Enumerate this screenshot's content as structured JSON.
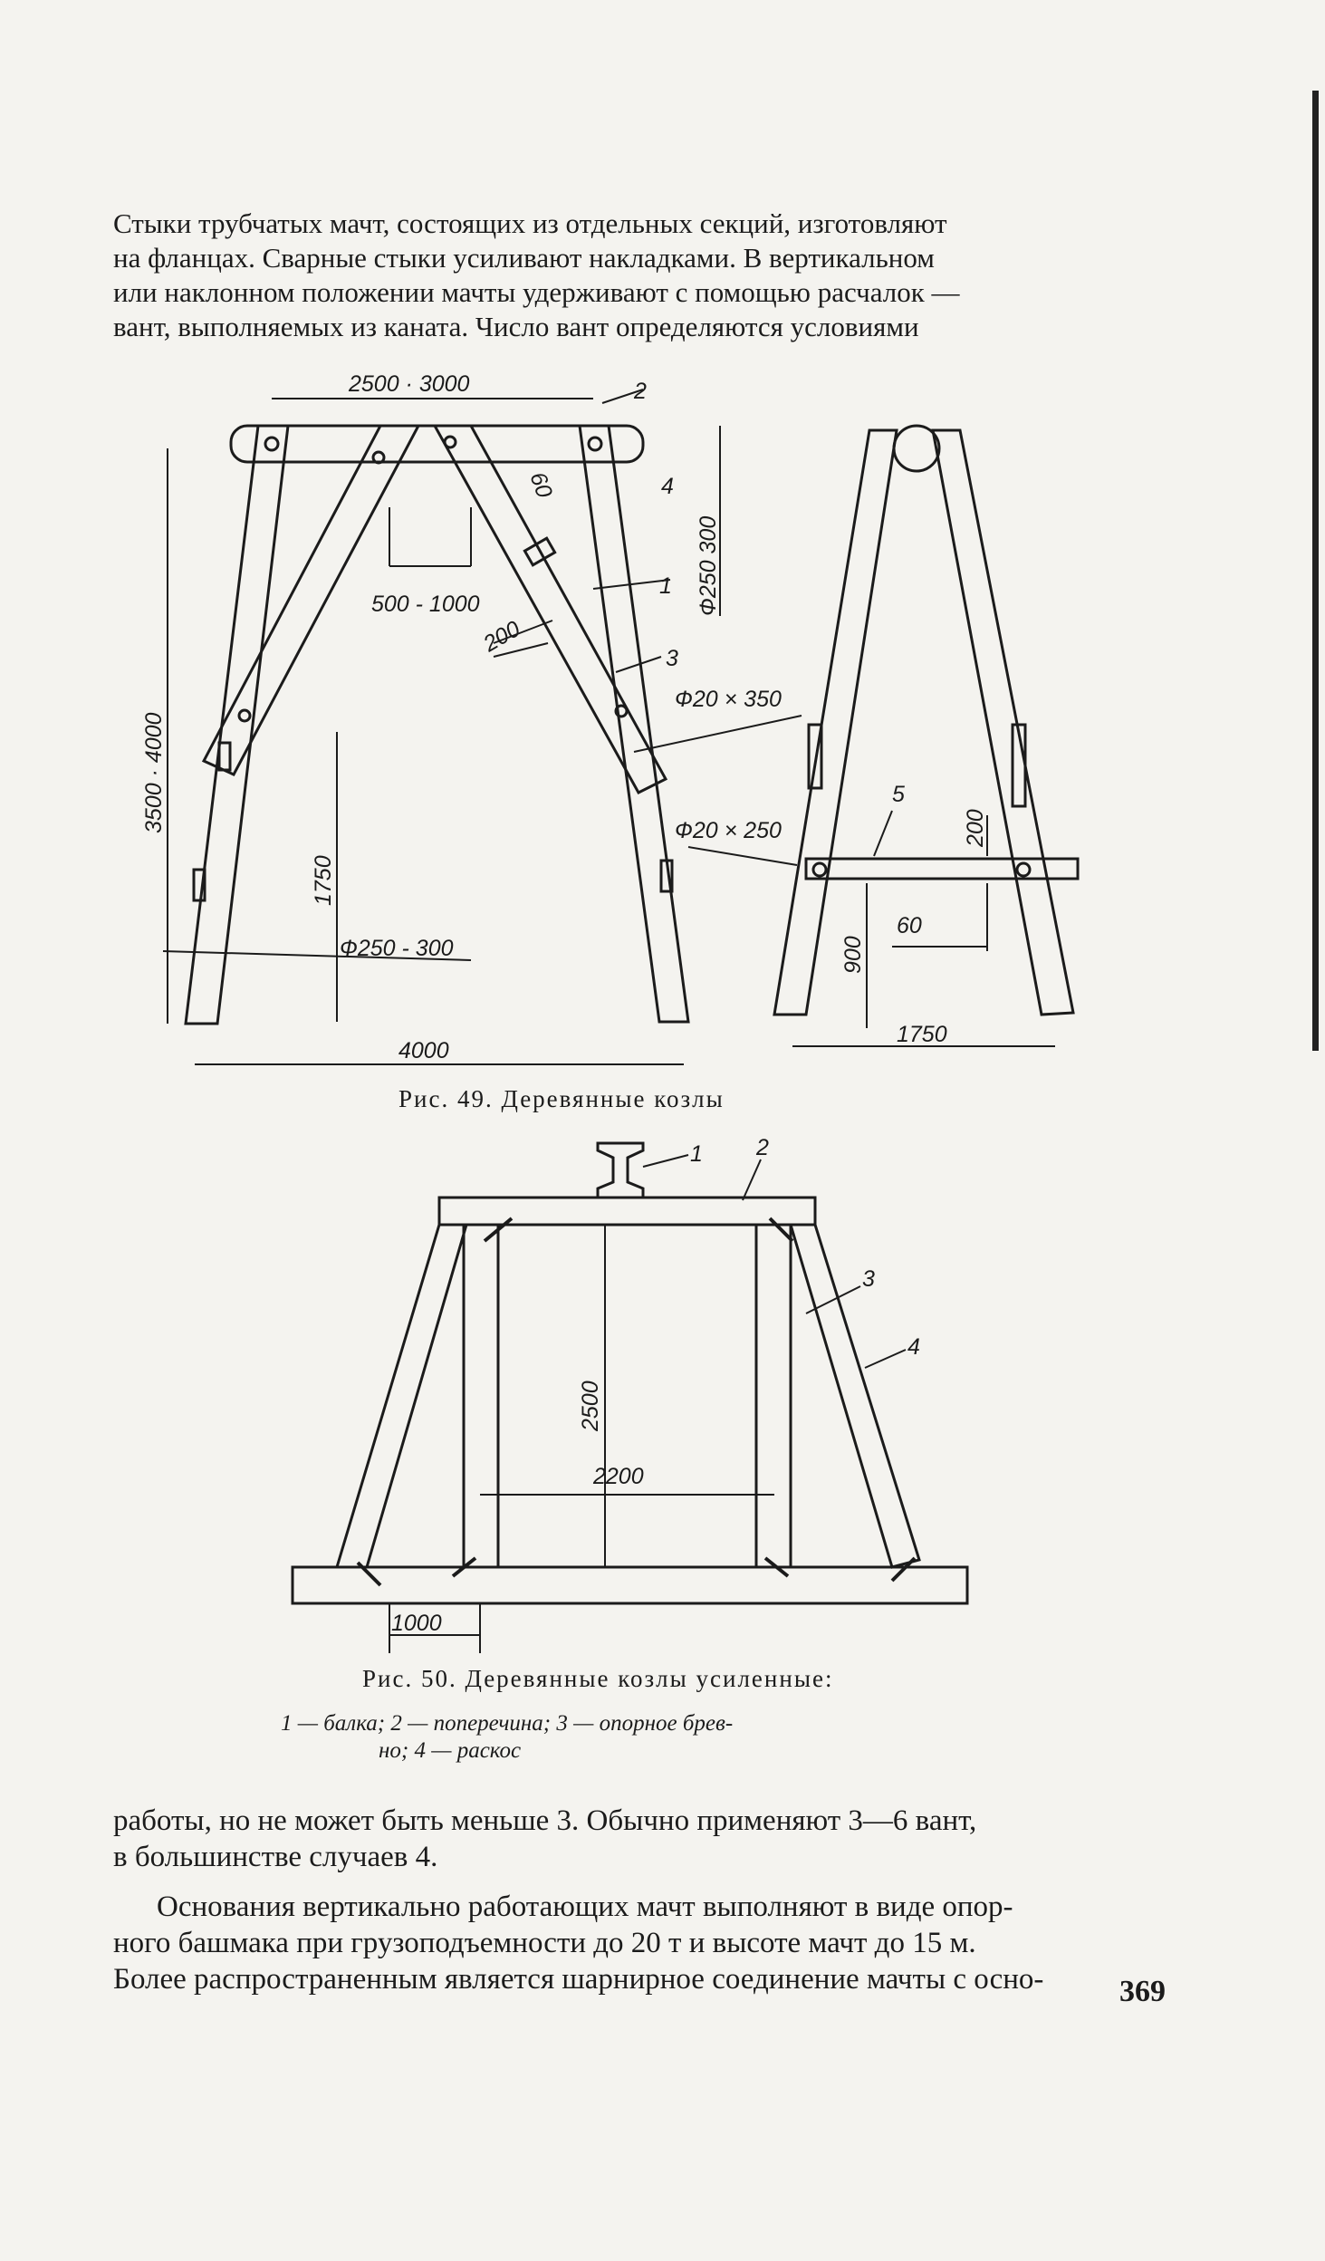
{
  "top_paragraph": [
    "Стыки трубчатых мачт, состоящих из отдельных секций, изготовляют",
    "на фланцах. Сварные стыки усиливают накладками. В вертикальном",
    "или наклонном положении мачты удерживают с помощью расчалок —",
    "вант, выполняемых из каната. Число вант определяются условиями"
  ],
  "fig49": {
    "caption": "Рис. 49. Деревянные козлы",
    "labels": {
      "top_span": "2500 · 3000",
      "brace_gap": "500 - 1000",
      "height": "3500 · 4000",
      "lower_height": "1750",
      "log_diam": "Ф250 - 300",
      "base_width": "4000",
      "crossbar_diam": "Ф250 300",
      "notch": "60",
      "brace_width": "200",
      "bolt1": "Ф20 × 350",
      "bolt2": "Ф20 × 250",
      "side_crossbar_h": "200",
      "side_900": "900",
      "side_60": "60",
      "side_base": "1750",
      "n1": "1",
      "n2": "2",
      "n3": "3",
      "n4": "4",
      "n5": "5"
    }
  },
  "fig50": {
    "caption": "Рис. 50. Деревянные козлы усиленные:",
    "legend_line1": "1 — балка;  2 — поперечина;  3 — опорное брев-",
    "legend_line2": "но;  4 — раскос",
    "labels": {
      "height": "2500",
      "inner_width": "2200",
      "offset": "1000",
      "n1": "1",
      "n2": "2",
      "n3": "3",
      "n4": "4"
    }
  },
  "bottom_paragraph_1": [
    "работы, но не может быть меньше 3. Обычно применяют 3—6 вант,",
    "в большинстве случаев 4."
  ],
  "bottom_paragraph_2": [
    "Основания вертикально работающих мачт выполняют в виде опор-",
    "ного башмака при грузоподъемности до 20 т и высоте мачт до 15 м.",
    "Более распространенным является шарнирное соединение мачты с осно-"
  ],
  "page_number": "369"
}
